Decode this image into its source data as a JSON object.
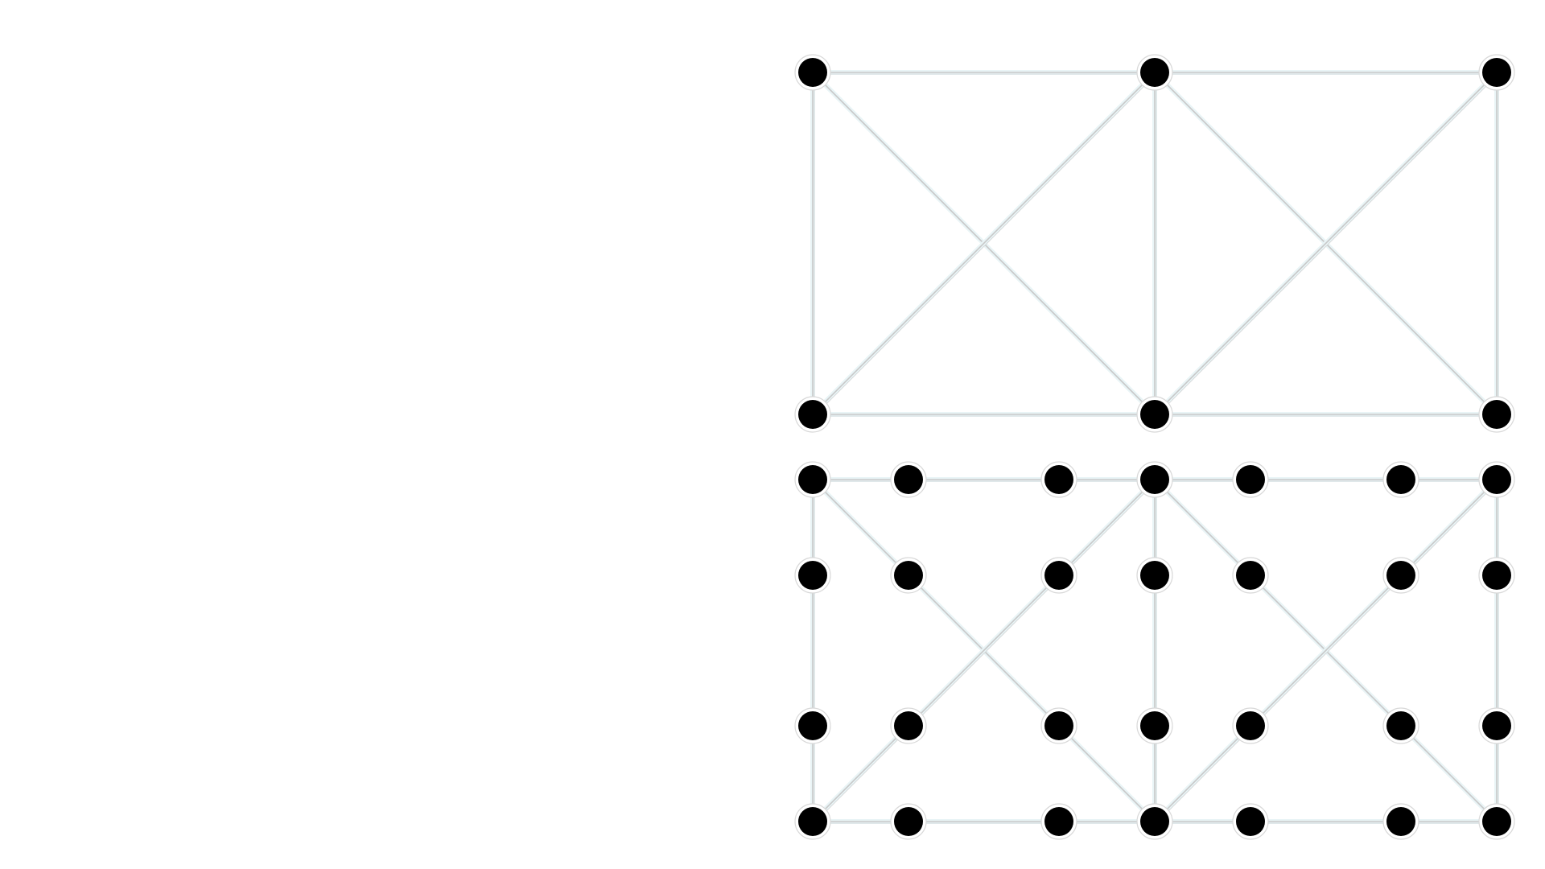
{
  "diagram": {
    "colors": {
      "background": "#ffffff",
      "edge": "#c8c8c8",
      "edge_halo": "#e9f4f6",
      "node_fill": "#000000",
      "node_ring": "#d9d9d9"
    },
    "panels": [
      {
        "id": "top-graph",
        "nodes": [
          {
            "id": "a",
            "col": 0,
            "row": 0
          },
          {
            "id": "b",
            "col": 1,
            "row": 0
          },
          {
            "id": "c",
            "col": 2,
            "row": 0
          },
          {
            "id": "d",
            "col": 0,
            "row": 1
          },
          {
            "id": "e",
            "col": 1,
            "row": 1
          },
          {
            "id": "f",
            "col": 2,
            "row": 1
          }
        ],
        "edges": [
          [
            "a",
            "b"
          ],
          [
            "b",
            "c"
          ],
          [
            "d",
            "e"
          ],
          [
            "e",
            "f"
          ],
          [
            "a",
            "d"
          ],
          [
            "b",
            "e"
          ],
          [
            "c",
            "f"
          ],
          [
            "a",
            "e"
          ],
          [
            "b",
            "d"
          ],
          [
            "b",
            "f"
          ],
          [
            "c",
            "e"
          ]
        ]
      },
      {
        "id": "bottom-graph",
        "cols": [
          0,
          0.28,
          0.72,
          1,
          1.28,
          1.72,
          2
        ],
        "rows": [
          0,
          0.28,
          0.72,
          1
        ],
        "nodes": [
          {
            "id": "r0c0",
            "c": 0,
            "r": 0
          },
          {
            "id": "r0c1",
            "c": 1,
            "r": 0
          },
          {
            "id": "r0c2",
            "c": 2,
            "r": 0
          },
          {
            "id": "r0c3",
            "c": 3,
            "r": 0
          },
          {
            "id": "r0c4",
            "c": 4,
            "r": 0
          },
          {
            "id": "r0c5",
            "c": 5,
            "r": 0
          },
          {
            "id": "r0c6",
            "c": 6,
            "r": 0
          },
          {
            "id": "r1c0",
            "c": 0,
            "r": 1
          },
          {
            "id": "r1c1",
            "c": 1,
            "r": 1
          },
          {
            "id": "r1c2",
            "c": 2,
            "r": 1
          },
          {
            "id": "r1c3",
            "c": 3,
            "r": 1
          },
          {
            "id": "r1c4",
            "c": 4,
            "r": 1
          },
          {
            "id": "r1c5",
            "c": 5,
            "r": 1
          },
          {
            "id": "r1c6",
            "c": 6,
            "r": 1
          },
          {
            "id": "r2c0",
            "c": 0,
            "r": 2
          },
          {
            "id": "r2c1",
            "c": 1,
            "r": 2
          },
          {
            "id": "r2c2",
            "c": 2,
            "r": 2
          },
          {
            "id": "r2c3",
            "c": 3,
            "r": 2
          },
          {
            "id": "r2c4",
            "c": 4,
            "r": 2
          },
          {
            "id": "r2c5",
            "c": 5,
            "r": 2
          },
          {
            "id": "r2c6",
            "c": 6,
            "r": 2
          },
          {
            "id": "r3c0",
            "c": 0,
            "r": 3
          },
          {
            "id": "r3c1",
            "c": 1,
            "r": 3
          },
          {
            "id": "r3c2",
            "c": 2,
            "r": 3
          },
          {
            "id": "r3c3",
            "c": 3,
            "r": 3
          },
          {
            "id": "r3c4",
            "c": 4,
            "r": 3
          },
          {
            "id": "r3c5",
            "c": 5,
            "r": 3
          },
          {
            "id": "r3c6",
            "c": 6,
            "r": 3
          }
        ],
        "edges": [
          [
            "r0c0",
            "r3c3"
          ],
          [
            "r0c3",
            "r3c0"
          ],
          [
            "r0c3",
            "r3c6"
          ],
          [
            "r0c6",
            "r3c3"
          ],
          [
            "r0c0",
            "r0c6"
          ],
          [
            "r3c0",
            "r3c6"
          ],
          [
            "r0c0",
            "r3c0"
          ],
          [
            "r0c6",
            "r3c6"
          ],
          [
            "r0c3",
            "r3c3"
          ]
        ]
      }
    ]
  }
}
